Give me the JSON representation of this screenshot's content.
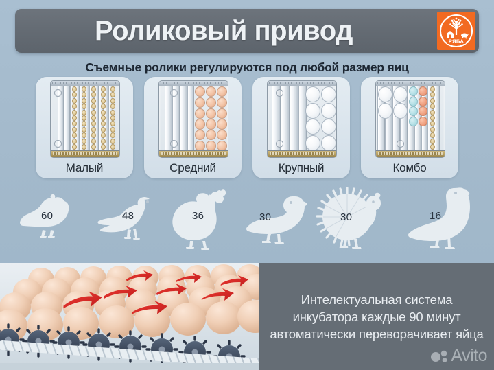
{
  "header": {
    "title": "Роликовый привод",
    "logo": {
      "brand_text": "РЯБА",
      "bg_color": "#f26a21"
    }
  },
  "subtitle": "Съемные ролики регулируются под любой размер яиц",
  "trays": [
    {
      "label": "Малый",
      "egg_type": "quail",
      "columns": 5,
      "rows": 11
    },
    {
      "label": "Средний",
      "egg_type": "tan",
      "columns": 3,
      "rows": 6
    },
    {
      "label": "Крупный",
      "egg_type": "white",
      "columns": 2,
      "rows": 4
    },
    {
      "label": "Комбо",
      "egg_type": "mixed",
      "columns": 5,
      "rows": 4
    }
  ],
  "birds": [
    {
      "name": "quail",
      "count": "60"
    },
    {
      "name": "pigeon",
      "count": "48"
    },
    {
      "name": "chicken",
      "count": "36"
    },
    {
      "name": "duck",
      "count": "30"
    },
    {
      "name": "turkey",
      "count": "30"
    },
    {
      "name": "goose",
      "count": "16"
    }
  ],
  "bottom": {
    "info_text": "Интелектуальная система инкубатора каждые 90 минут автоматически переворачивает яйца",
    "watermark": "Avito"
  },
  "colors": {
    "background": "#a3b9cb",
    "header_bar": "#646b73",
    "panel": "#656d75",
    "brand_orange": "#f26a21",
    "title_text": "#eef2f5",
    "subtitle_text": "#1d2733"
  }
}
